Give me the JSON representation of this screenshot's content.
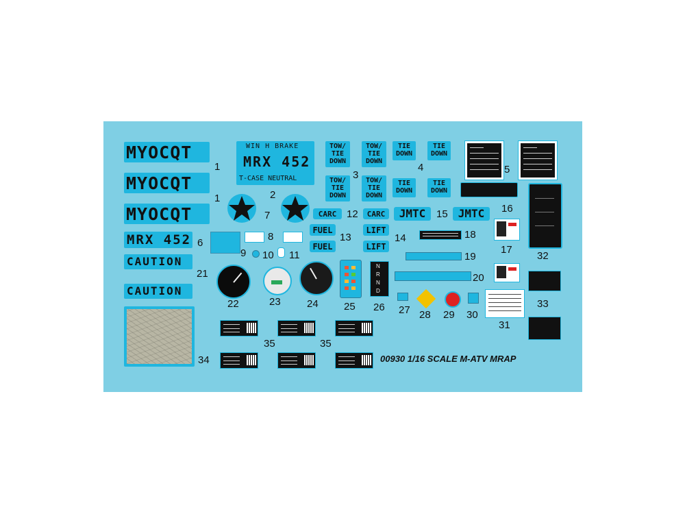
{
  "sheet": {
    "title": "00930 1/16 SCALE M-ATV MRAP",
    "colors": {
      "background": "#7fcfe4",
      "decal_blue": "#1fb6df",
      "ink": "#111111"
    }
  },
  "decals": {
    "myocqt": "MYOCQT",
    "mrx": "MRX 452",
    "caution": "CAUTION",
    "brake_top": "WIN H BRAKE",
    "brake_mid": "MRX 452",
    "brake_bot": "T-CASE NEUTRAL",
    "tow_l1": "TOW/",
    "tow_l2": "TIE",
    "tow_l3": "DOWN",
    "tie_l1": "TIE",
    "tie_l2": "DOWN",
    "carc": "CARC",
    "fuel": "FUEL",
    "lift": "LIFT",
    "jmtc": "JMTC",
    "gear_letters": [
      "N",
      "R",
      "N",
      "D"
    ]
  },
  "labels": {
    "n1": "1",
    "n2": "2",
    "n3": "3",
    "n4": "4",
    "n5": "5",
    "n6": "6",
    "n7": "7",
    "n8": "8",
    "n9": "9",
    "n10": "10",
    "n11": "11",
    "n12": "12",
    "n13": "13",
    "n14": "14",
    "n15": "15",
    "n16": "16",
    "n17": "17",
    "n18": "18",
    "n19": "19",
    "n20": "20",
    "n21": "21",
    "n22": "22",
    "n23": "23",
    "n24": "24",
    "n25": "25",
    "n26": "26",
    "n27": "27",
    "n28": "28",
    "n29": "29",
    "n30": "30",
    "n31": "31",
    "n32": "32",
    "n33": "33",
    "n34": "34",
    "n35": "35"
  }
}
